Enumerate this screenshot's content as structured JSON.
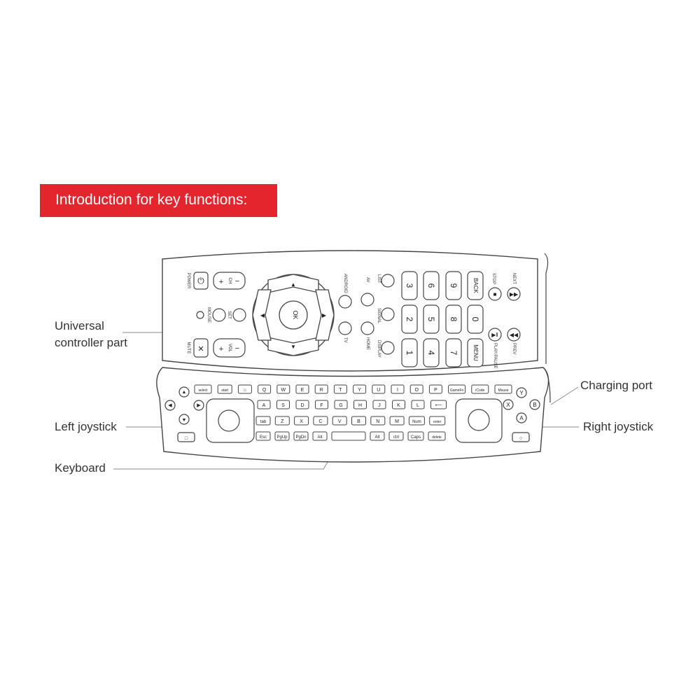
{
  "banner": {
    "title": "Introduction for key functions:",
    "color": "#e3262e"
  },
  "callouts": {
    "universal_line1": "Universal",
    "universal_line2": "controller part",
    "left_joystick": "Left joystick",
    "keyboard": "Keyboard",
    "charging_port": "Charging port",
    "right_joystick": "Right joystick"
  },
  "remote": {
    "left_column": [
      "POWER",
      "MUTE"
    ],
    "ch": {
      "label": "CH",
      "plus": "+",
      "minus": "−"
    },
    "vol": {
      "label": "VOL",
      "plus": "+",
      "minus": "−"
    },
    "small_labels": [
      "MOUSE",
      "SET"
    ],
    "dpad": {
      "ok": "OK",
      "up": "▲",
      "down": "▼",
      "left": "◀",
      "right": "▶"
    },
    "mid_labels_top": [
      "ANDROID",
      "AV",
      "LIST"
    ],
    "mid_labels_bottom": [
      "TV",
      "HOME",
      "SIGNAL",
      "DISPLAY"
    ],
    "number_rows": [
      [
        "3",
        "6",
        "9",
        "BACK"
      ],
      [
        "2",
        "5",
        "8",
        "0"
      ],
      [
        "1",
        "4",
        "7",
        "MENU"
      ]
    ],
    "media_labels": [
      "STOP",
      "NEXT",
      "PLAY/PAUSE",
      "PREV"
    ]
  },
  "keyboard": {
    "top_row": [
      "select",
      "start",
      "⌂",
      "Q",
      "W",
      "E",
      "R",
      "T",
      "Y",
      "U",
      "I",
      "O",
      "P",
      "GameFn",
      "iCode",
      "Mouse"
    ],
    "row2": [
      "A",
      "S",
      "D",
      "F",
      "G",
      "H",
      "J",
      "K",
      "L",
      "⟵"
    ],
    "row3": [
      "tab",
      "Z",
      "X",
      "C",
      "V",
      "B",
      "N",
      "M",
      "Num",
      "enter"
    ],
    "row4": [
      "Esc",
      "PgUp",
      "PgDn",
      "Alt",
      "",
      "Alt",
      "ctrl",
      "Caps",
      "delete"
    ],
    "face_buttons": [
      "Y",
      "X",
      "B",
      "A"
    ]
  }
}
